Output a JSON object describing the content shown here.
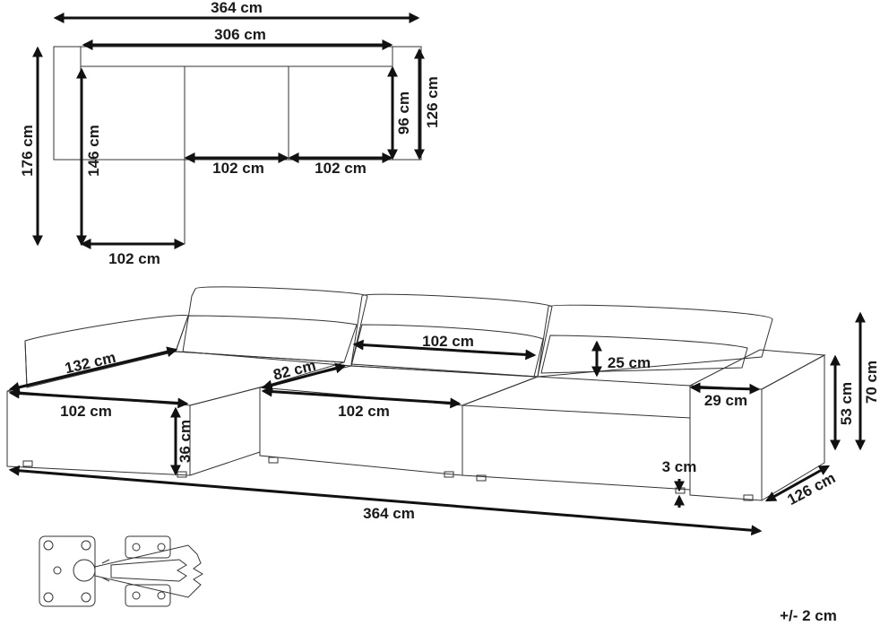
{
  "top_view": {
    "total_width": "364 cm",
    "back_width": "306 cm",
    "depth_total": "176 cm",
    "chaise_depth": "146 cm",
    "seat_depth": "96 cm",
    "back_depth": "126 cm",
    "module_a": "102 cm",
    "module_b": "102 cm",
    "chaise_width": "102 cm"
  },
  "front_view": {
    "chaise_length": "132 cm",
    "chaise_width": "102 cm",
    "seat_depth": "82 cm",
    "cushion_width": "102 cm",
    "middle_module": "102 cm",
    "back_cushion_height": "25 cm",
    "armrest_width": "29 cm",
    "seat_height": "53 cm",
    "total_height": "70 cm",
    "base_height": "36 cm",
    "leg_height": "3 cm",
    "total_depth": "126 cm",
    "total_width": "364 cm"
  },
  "tolerance": "+/- 2 cm",
  "icons": {
    "connector": "connector-bracket-icon"
  }
}
